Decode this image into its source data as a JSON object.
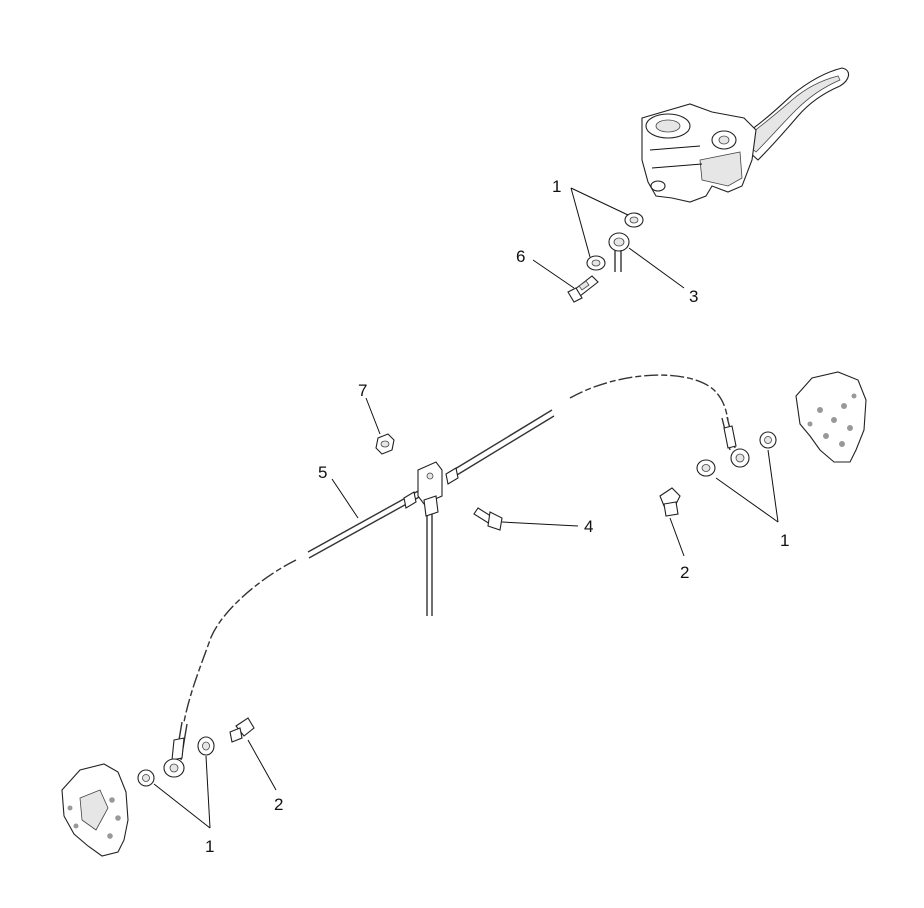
{
  "callouts": {
    "c1_top": "1",
    "c3": "3",
    "c6": "6",
    "c7": "7",
    "c5": "5",
    "c4": "4",
    "c2_right": "2",
    "c1_right": "1",
    "c2_left": "2",
    "c1_left": "1"
  }
}
